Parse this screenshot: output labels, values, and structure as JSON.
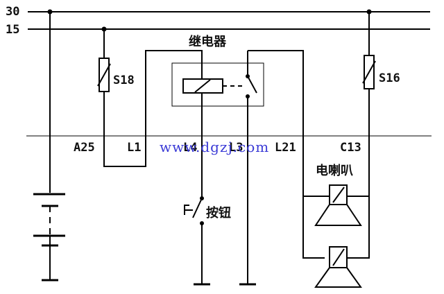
{
  "bus": {
    "label_30": "30",
    "label_15": "15"
  },
  "relay": {
    "label": "继电器"
  },
  "fuses": {
    "s18": "S18",
    "s16": "S16"
  },
  "connectors": {
    "a25": "A25",
    "l1": "L1",
    "l4": "L4",
    "l3": "L3",
    "l21": "L21",
    "c13": "C13"
  },
  "horn": {
    "label": "电喇叭"
  },
  "button": {
    "label": "按钮"
  },
  "watermark": {
    "text": "www.dgzj.com"
  }
}
